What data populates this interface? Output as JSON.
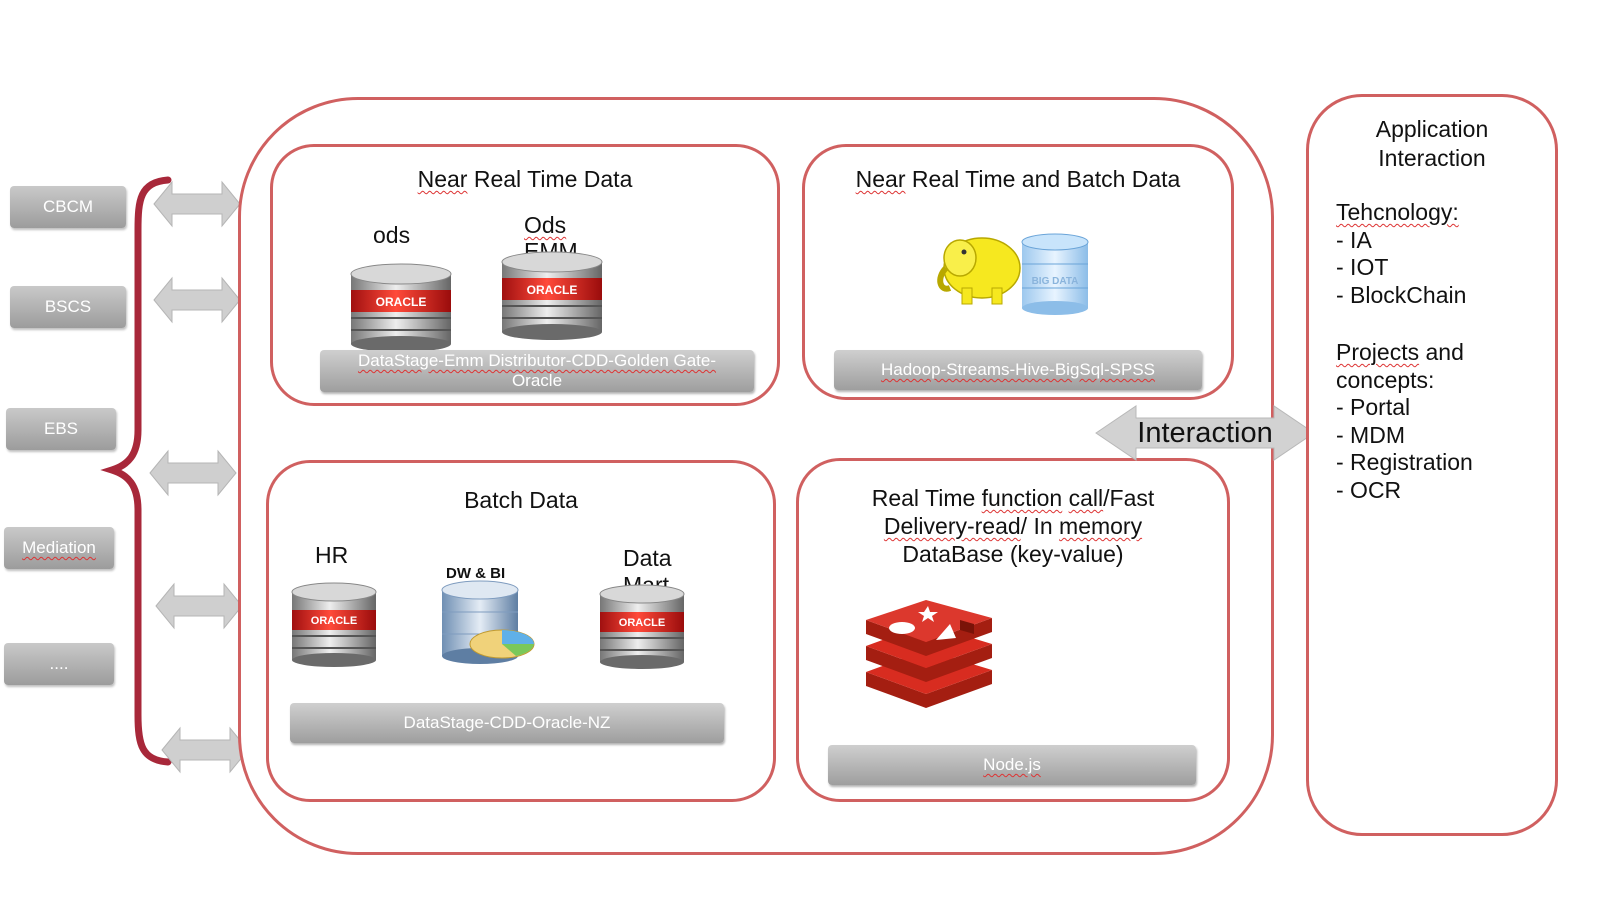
{
  "sources": [
    "CBCM",
    "BSCS",
    "EBS",
    "Mediation",
    "...."
  ],
  "near_real_time": {
    "title": "Near Real Time Data",
    "db1_label": "ods",
    "db2_label_line1": "Ods",
    "db2_label_line2": "EMM",
    "db_logo": "ORACLE",
    "tools_line1": "DataStage-Emm Distributor-CDD-Golden Gate-",
    "tools_line2": "Oracle"
  },
  "near_real_time_batch": {
    "title": "Near Real Time and Batch Data",
    "cylinder_label": "BIG DATA",
    "tools": "Hadoop-Streams-Hive-BigSql-SPSS"
  },
  "batch": {
    "title": "Batch Data",
    "db1_label": "HR",
    "db2_label": "DW & BI",
    "db3_label_line1": "Data",
    "db3_label_line2": "Mart",
    "db_logo": "ORACLE",
    "tools": "DataStage-CDD-Oracle-NZ"
  },
  "real_time": {
    "title_line1": "Real Time function call/Fast",
    "title_line2": "Delivery-read/ In memory",
    "title_line3": "DataBase (key-value)",
    "tools": "Node.js"
  },
  "interaction_label": "Interaction",
  "app": {
    "title_line1": "Application",
    "title_line2": "Interaction",
    "tech_heading": "Tehcnology:",
    "tech_items": [
      "- IA",
      "- IOT",
      "- BlockChain"
    ],
    "projects_heading_line1": "Projects and",
    "projects_heading_line2": "concepts:",
    "project_items": [
      "- Portal",
      "- MDM",
      "- Registration",
      "- OCR"
    ]
  },
  "colors": {
    "frame": "#d06060",
    "brace": "#a8283a",
    "button_gray": "#a9a9a9",
    "arrow_gray": "#cccccc"
  }
}
